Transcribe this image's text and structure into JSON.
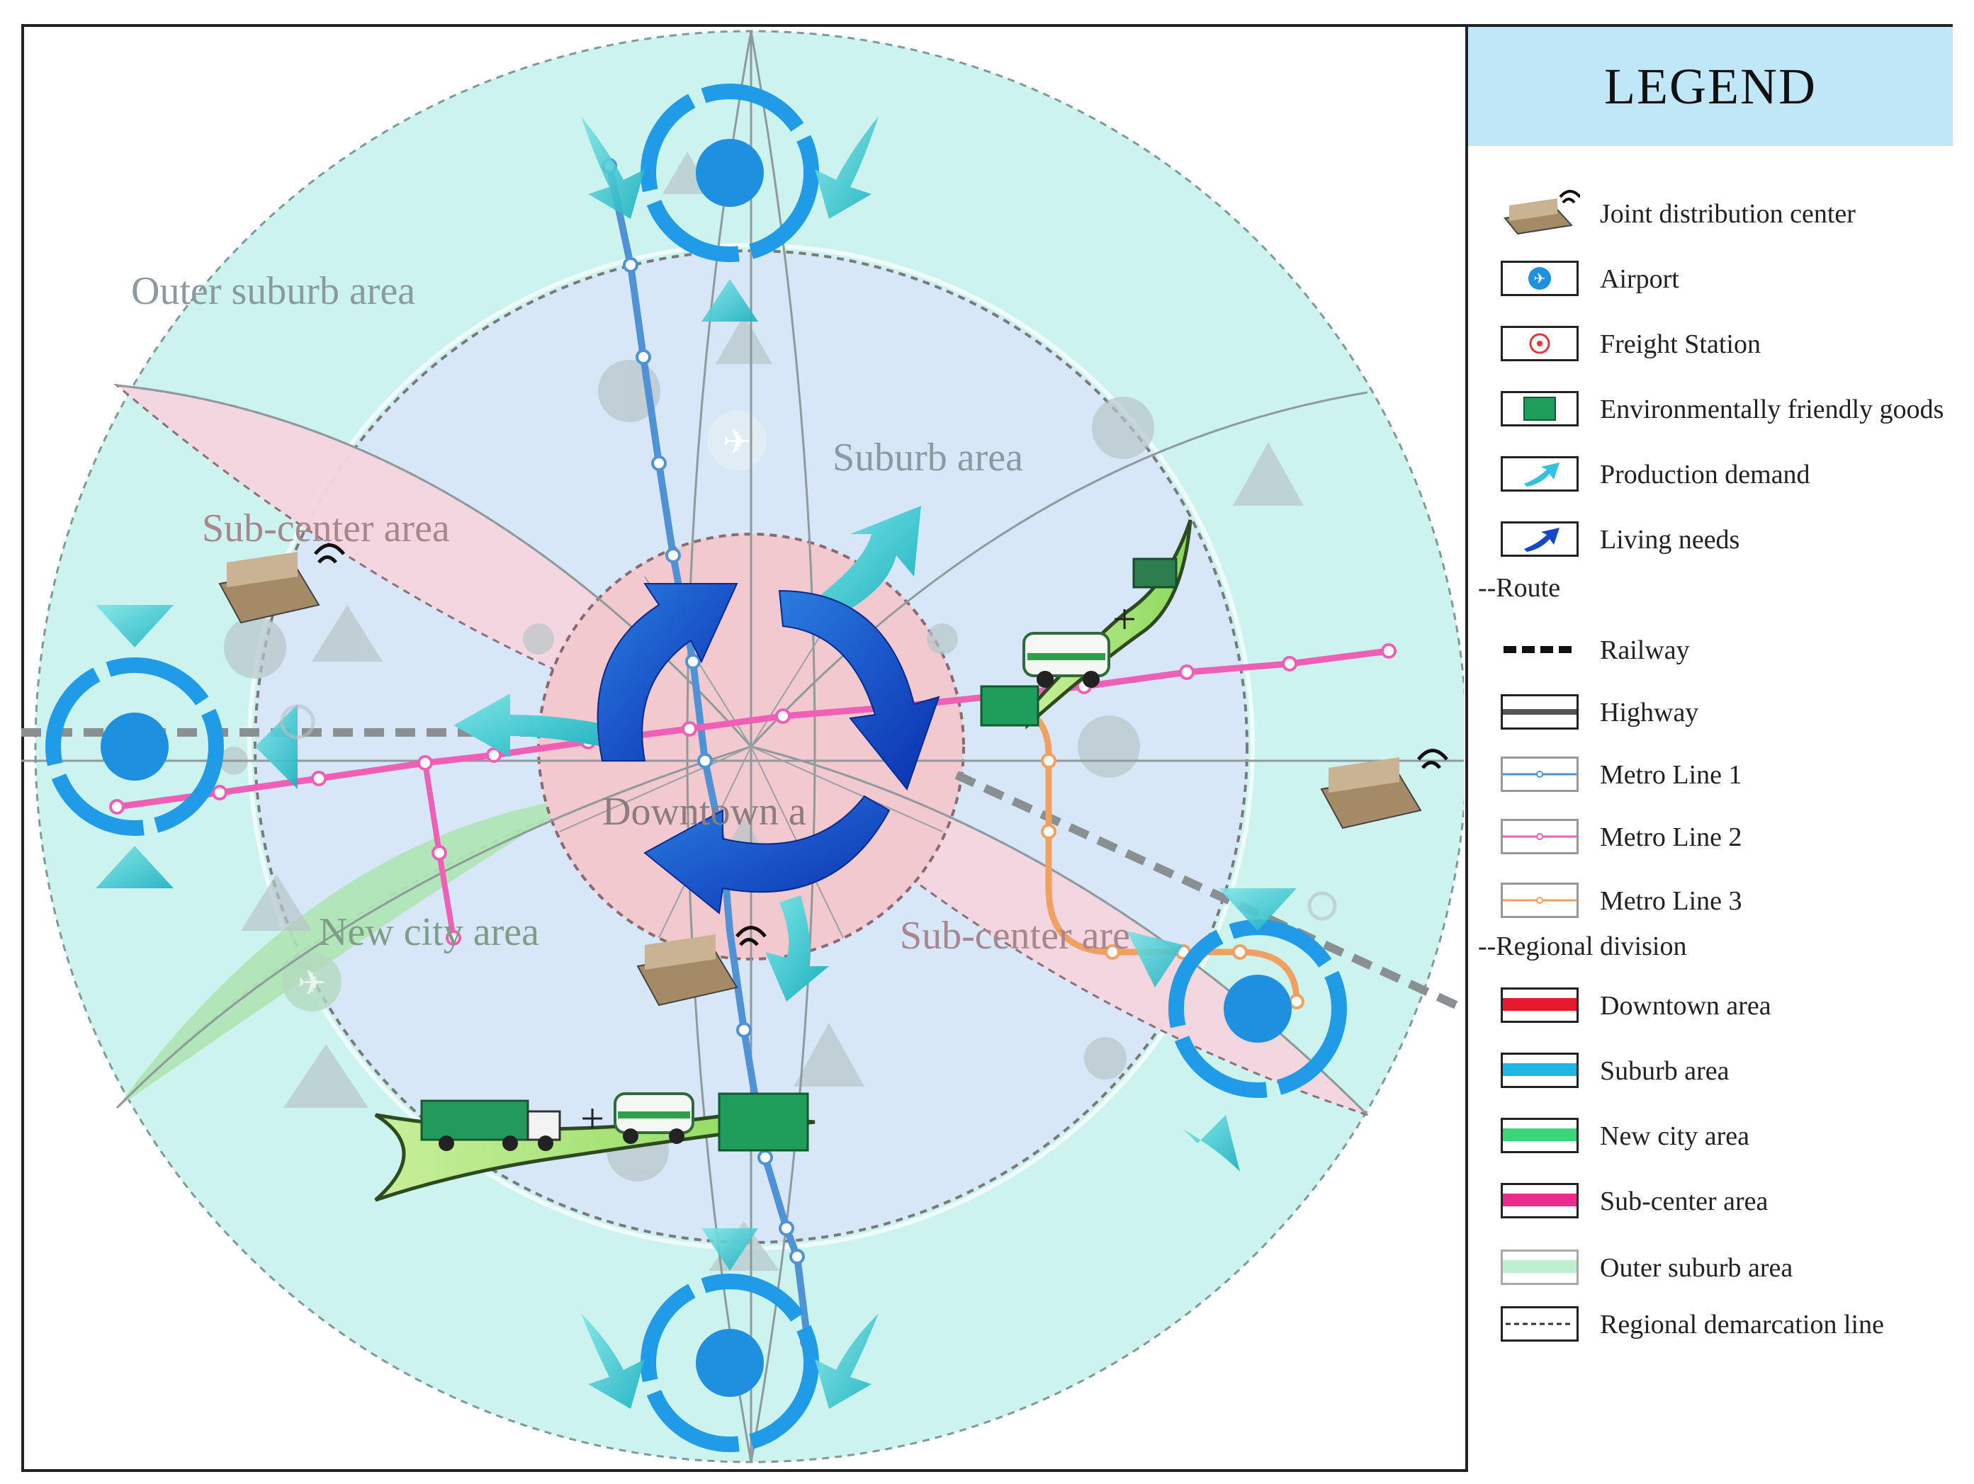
{
  "diagram": {
    "area_labels": {
      "outer_suburb": "Outer suburb area",
      "suburb": "Suburb area",
      "sub_center_left": "Sub-center area",
      "downtown": "Downtown a",
      "new_city": "New city area",
      "sub_center_right": "Sub-center are"
    }
  },
  "legend": {
    "title": "LEGEND",
    "items": [
      {
        "label": "Joint distribution center",
        "icon": "distribution-center-icon"
      },
      {
        "label": "Airport",
        "icon": "airport-icon"
      },
      {
        "label": "Freight Station",
        "icon": "freight-station-icon"
      },
      {
        "label": "Environmentally friendly goods",
        "icon": "green-goods-icon"
      },
      {
        "label": "Production demand",
        "icon": "production-demand-arrow-icon"
      },
      {
        "label": "Living needs",
        "icon": "living-needs-arrow-icon"
      }
    ],
    "route_heading": "--Route",
    "routes": [
      {
        "label": "Railway",
        "color": "#111111"
      },
      {
        "label": "Highway",
        "color": "#555555"
      },
      {
        "label": "Metro Line 1",
        "color": "#4a90d9"
      },
      {
        "label": "Metro Line 2",
        "color": "#ee5fb5"
      },
      {
        "label": "Metro Line 3",
        "color": "#f0a060"
      }
    ],
    "region_heading": "--Regional division",
    "regions": [
      {
        "label": "Downtown area",
        "color": "#e8192c"
      },
      {
        "label": "Suburb area",
        "color": "#1fb6e6"
      },
      {
        "label": "New city area",
        "color": "#3bd67a"
      },
      {
        "label": "Sub-center area",
        "color": "#ec2a8e"
      },
      {
        "label": "Outer suburb area",
        "color": "#bdf0cf"
      },
      {
        "label": "Regional demarcation line",
        "color": "#333333"
      }
    ]
  }
}
